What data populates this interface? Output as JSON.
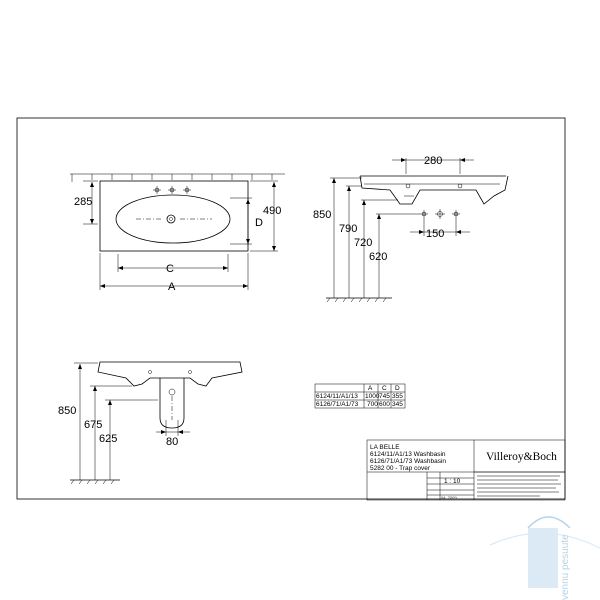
{
  "top_view": {
    "dim_285": "285",
    "dim_490": "490",
    "dim_D": "D",
    "dim_C": "C",
    "dim_A": "A"
  },
  "side_view": {
    "dim_280": "280",
    "dim_850": "850",
    "dim_790": "790",
    "dim_720": "720",
    "dim_620": "620",
    "dim_150": "150"
  },
  "front_view": {
    "dim_850": "850",
    "dim_675": "675",
    "dim_625": "625",
    "dim_80": "80"
  },
  "dim_table": {
    "headers": [
      "",
      "A",
      "C",
      "D"
    ],
    "rows": [
      [
        "6124/11/A1/13",
        "1000",
        "745",
        "355"
      ],
      [
        "6126/71/A1/73",
        "700",
        "600",
        "345"
      ]
    ]
  },
  "title_block": {
    "series": "LA BELLE",
    "products": [
      "6124/11/A1/13 Washbasin",
      "6126/71/A1/73 Washbasin",
      "5282 00 - Trap cover"
    ],
    "scale": "1 : 10",
    "brand": "Villeroy&Boch",
    "revision_date": "04. 2009"
  },
  "watermark": "vennu pesuute",
  "colors": {
    "line": "#000000",
    "watermark": "#9ec4e0"
  }
}
